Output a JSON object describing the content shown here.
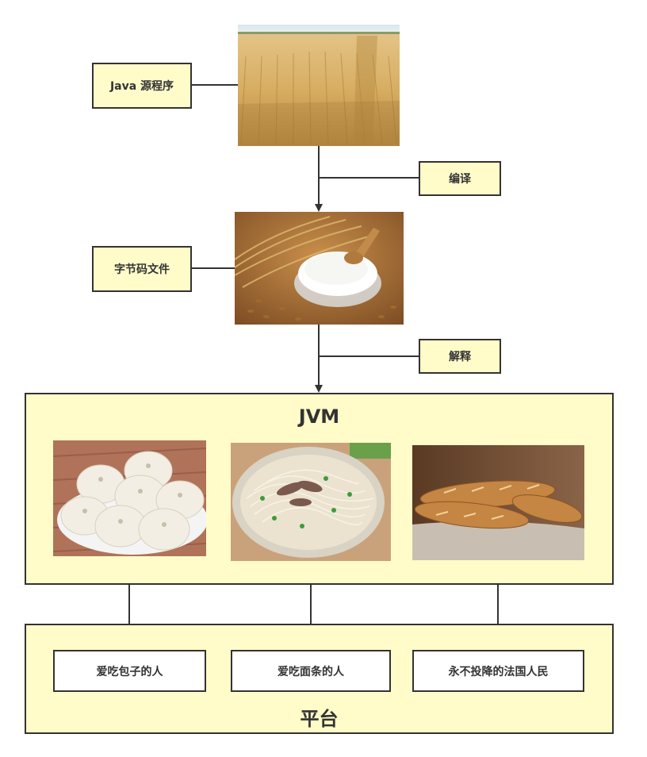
{
  "nodes": {
    "source": "Java 源程序",
    "compile": "编译",
    "bytecode": "字节码文件",
    "interpret": "解释",
    "jvm": "JVM",
    "platform": "平台",
    "people_baozi": "爱吃包子的人",
    "people_noodles": "爱吃面条的人",
    "people_french": "永不投降的法国人民"
  },
  "images": {
    "wheat_field": "wheat-field-photo",
    "flour": "wheat-flour-photo",
    "baozi": "steamed-buns-photo",
    "noodles": "noodle-soup-photo",
    "baguette": "baguette-photo"
  },
  "colors": {
    "box_fill": "#fffcc9",
    "line": "#333333",
    "text": "#333333"
  }
}
